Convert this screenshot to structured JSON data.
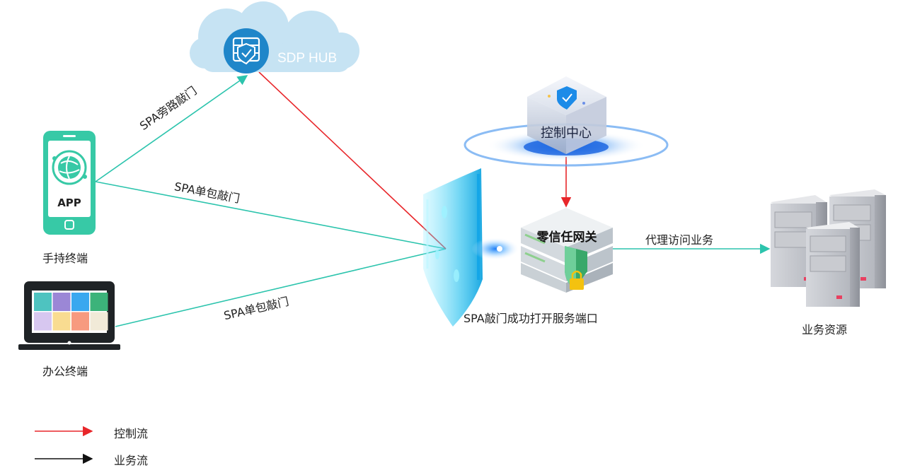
{
  "hub": {
    "label": "SDP HUB"
  },
  "control_center": {
    "label": "控制中心"
  },
  "gateway": {
    "label": "零信任网关"
  },
  "mobile": {
    "screen_label": "APP",
    "caption": "手持终端"
  },
  "laptop": {
    "caption": "办公终端"
  },
  "servers": {
    "caption": "业务资源"
  },
  "flows": {
    "bypass_knock": "SPA旁路敲门",
    "mobile_knock": "SPA单包敲门",
    "laptop_knock": "SPA单包敲门",
    "proxy": "代理访问业务",
    "port_open": "SPA敲门成功打开服务端口"
  },
  "legend": [
    {
      "label": "控制流",
      "color": "#e8262a"
    },
    {
      "label": "业务流",
      "color": "#111111"
    }
  ],
  "colors": {
    "teal": "#2cc4ad",
    "control_red": "#e8262a",
    "cloud": "#c6e3f3",
    "phone": "#37c9a6",
    "shield": "#39c6f0"
  },
  "laptop_tiles": [
    "#4ec3c0",
    "#9b87d6",
    "#3aa8ef",
    "#3cb37a",
    "#d7c7f0",
    "#f9dc91",
    "#f79a7f",
    "#f1ead8"
  ]
}
